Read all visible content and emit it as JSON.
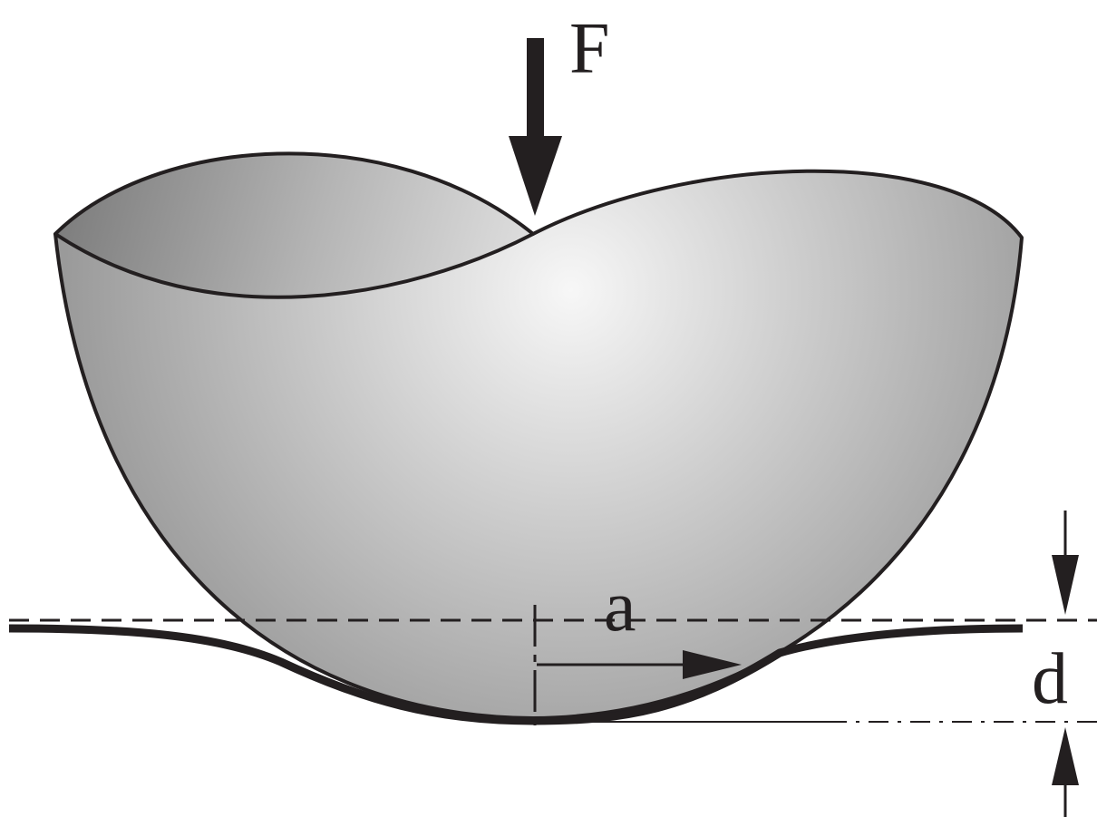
{
  "labels": {
    "force": "F",
    "contact_radius": "a",
    "indentation_depth": "d"
  },
  "colors": {
    "ink": "#231f20",
    "sphere_light": "#f6f6f6",
    "sphere_mid": "#c8c8c8",
    "sphere_dark": "#8f8f8f",
    "inner_light": "#d6d6d6",
    "inner_dark": "#7a7a7a"
  }
}
